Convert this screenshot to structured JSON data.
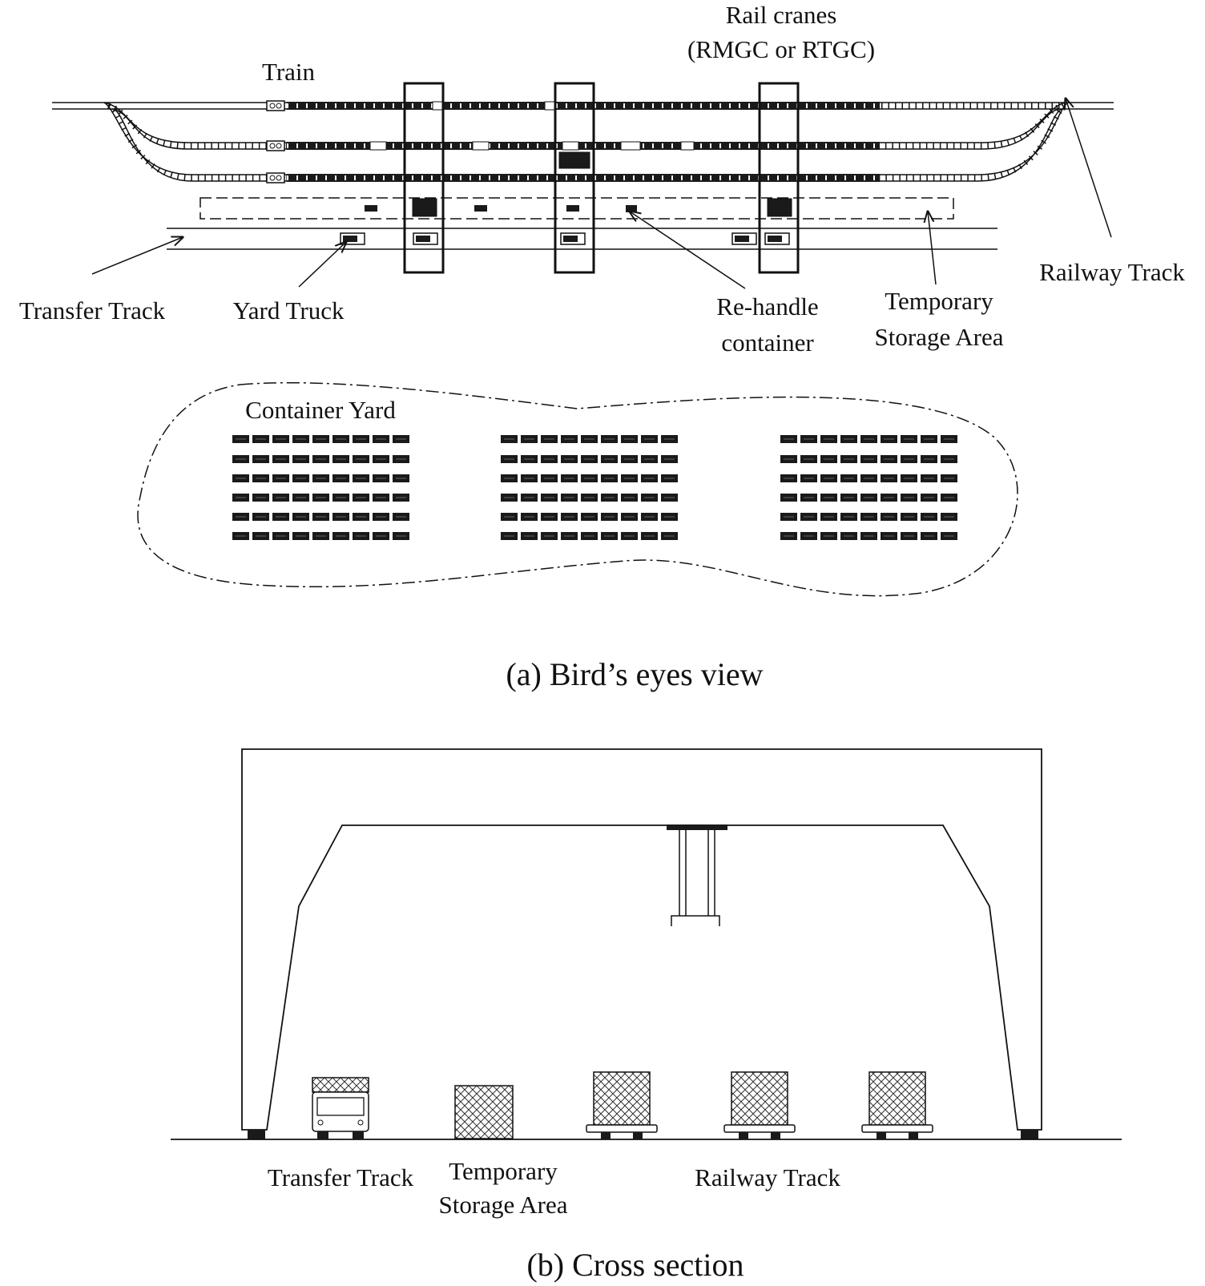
{
  "bird_view": {
    "labels": {
      "rail_cranes_line1": "Rail cranes",
      "rail_cranes_line2": "(RMGC or  RTGC)",
      "train": "Train",
      "transfer_track": "Transfer Track",
      "yard_truck": "Yard Truck",
      "rehandle_line1": "Re-handle",
      "rehandle_line2": "container",
      "temp_storage_line1": "Temporary",
      "temp_storage_line2": "Storage Area",
      "railway_track": "Railway Track",
      "container_yard": "Container Yard"
    },
    "caption": "(a) Bird’s eyes view"
  },
  "cross_section": {
    "labels": {
      "transfer_track": "Transfer Track",
      "temp_storage_line1": "Temporary",
      "temp_storage_line2": "Storage Area",
      "railway_track": "Railway Track"
    },
    "caption": "(b) Cross section"
  },
  "colors": {
    "ink": "#111111",
    "container_fill": "#1a1a1a",
    "background": "#ffffff"
  }
}
